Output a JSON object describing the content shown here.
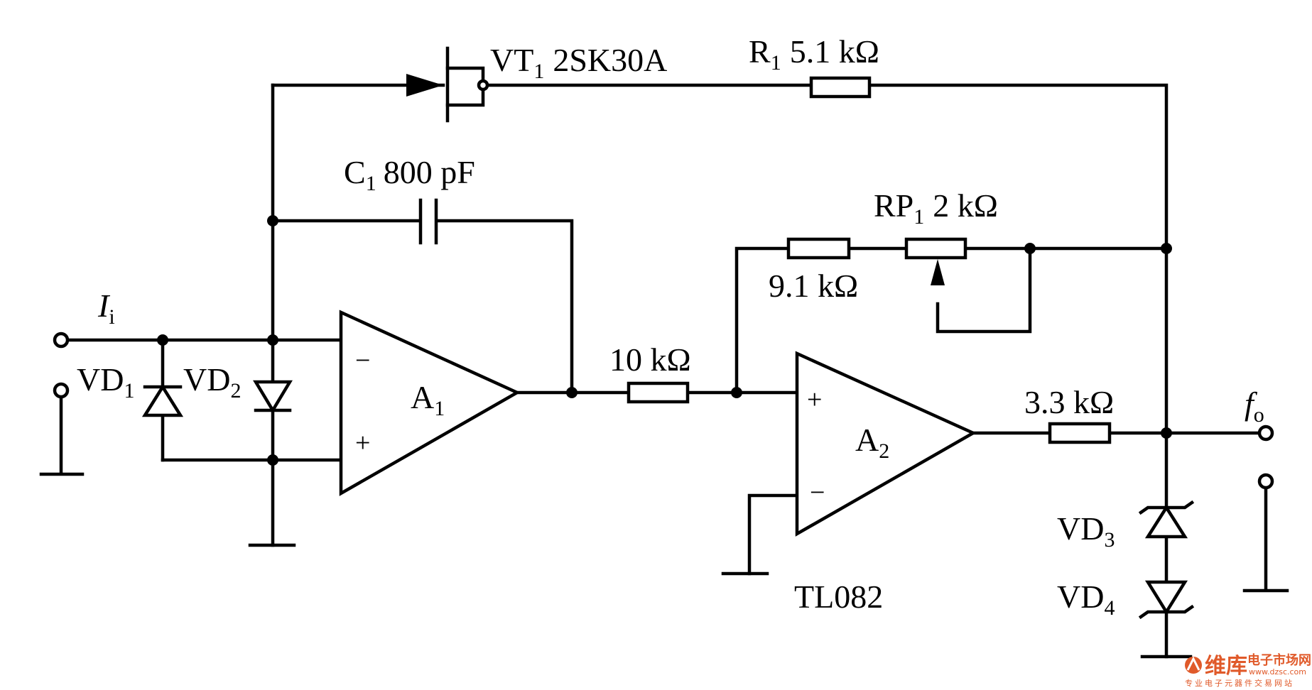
{
  "labels": {
    "input_current": "I",
    "input_current_sub": "i",
    "output": "f",
    "output_sub": "o",
    "vt1": "VT",
    "vt1_sub": "1",
    "vt1_part": "2SK30A",
    "r1": "R",
    "r1_sub": "1",
    "r1_value": "5.1 kΩ",
    "c1": "C",
    "c1_sub": "1",
    "c1_value": "800 pF",
    "rp1": "RP",
    "rp1_sub": "1",
    "rp1_value": "2 kΩ",
    "r_9k1": "9.1 kΩ",
    "r_10k": "10 kΩ",
    "r_3k3": "3.3 kΩ",
    "a1": "A",
    "a1_sub": "1",
    "a2": "A",
    "a2_sub": "2",
    "opamp_part": "TL082",
    "vd1": "VD",
    "vd1_sub": "1",
    "vd2": "VD",
    "vd2_sub": "2",
    "vd3": "VD",
    "vd3_sub": "3",
    "vd4": "VD",
    "vd4_sub": "4",
    "minus": "−",
    "plus": "+"
  },
  "watermark": {
    "brand": "维库",
    "tagline": "电子市场网",
    "url": "www.dzsc.com",
    "slogan": "专业电子元器件交易网站"
  },
  "colors": {
    "ink": "#000000",
    "watermark": "#e05a2a"
  }
}
